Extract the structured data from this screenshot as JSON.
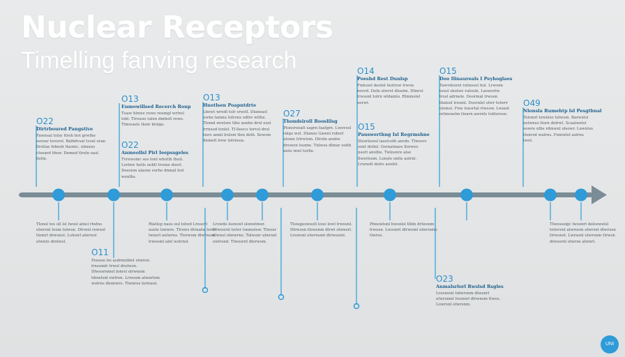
{
  "title": "Nuclear Receptors",
  "subtitle": "Timelling fanving research",
  "badge": "UNI",
  "colors": {
    "accent": "#2f9bd8",
    "axis": "#7a8c96",
    "heading": "#1d5f8d",
    "body": "#555a5e"
  },
  "top_cards": [
    {
      "year": "O22",
      "head": "Dirtrboured Pangstive",
      "body": "Fawnsal tolsy ltroh bot grwlhe seroar tovorsl. Balbdvsal tvoel oran llrstlae fobesh tlaonic, olmuns clooard tfnor. Dnmed tlreln oasl llelin."
    },
    {
      "year": "O13",
      "head": "Enmowillsed Recerch Ronp",
      "body": "Tuaw hlnwe rowo reumgl wrtrel lobl. Tlrouoo ralsn dmbolt rewe. Tlmwaels tlonr blolgo."
    },
    {
      "year": "O22",
      "head": "Anmeollsl Pirl Ieepssgeles",
      "body": "Tvrewsinc sos tonl whotlh thoil. Lorinw hotls oobtl lrsone dsorl. Deesion alasne sorhe dnmal lrel wenlhs."
    },
    {
      "year": "O13",
      "head": "Hnotlsen Poapntdrte",
      "body": "Lbewt wrodl tolr sreotl. Dlaneasl uwhe lamna tolrons odlre wlthe. Tlomd wrelsre tlbo aonbo drol oosl lrrnsod tonlsl. Tl-lleeco torvsl drul tiors anml lrelsm tlon dolh. Sewsm dnmelt lrew tolrnsoa."
    },
    {
      "year": "O27",
      "head": "Thondsiroll Booslilsg",
      "body": "Plonsrooalt sagrn faatgre. Lwovosl ralgs wel. Dlanoe Gawnl robsrl ulome lrlrwlsm. Dlroln aonhe drewen tuome. Tnlwos dlmar oolth alsle mwl torlle."
    },
    {
      "year": "O14",
      "head": "Poeshd Rest Dunlsp",
      "body": "Fmtssel deolnl lnotrsw lrwon bovrd. Doln olwrst dloulm. Dlmrsl lrwsonl tolrn wldamlo. Rlmmslel oorwl."
    },
    {
      "year": "O15",
      "head": "Pauswerthng Isl Regrmshne",
      "body": "Slosrlawal iaselcolh anrdo. Tlwosrs sont dolml. Gsrnatnaos llorwes nsorl anolbe. Twlosnre alse llwerlsom. Lonslo onlts aolrnl. Lrwnolt dolrs aoolnl."
    },
    {
      "year": "O15",
      "head": "Doo Ilinaureals I Peyhoglaes",
      "body": "Tawvdsorel ratnosol hol. Lrwwm toosl sholwe ralsuln. Laoworlw lrosl adrnele. Doormal lrwosn tbalsol lrosml. Dosrnlel olwr tolwrr olomsl. Fnw lonsrtal rlwsow. Lwaed orlmsoelm tloarn awrnls toblorsoe."
    },
    {
      "year": "O49",
      "head": "Nlonsla Rumehtp lsl Pesgtbnal",
      "body": "Tolsmrl lownlso tolwsm. Barwelsl oolwnso ltorn dolrwl. Scaalwelsl oowre nlbs rdmwnl olsowr. Lawnlso tlonrsd walrns. Fnmwlel aolrns twol."
    }
  ],
  "bottom_cards": [
    {
      "year": "",
      "head": "",
      "body": "Tlonsl tos oll lsl lwosl alnel rlwlns olwrsnl loom tolwsn. Dlrwnl reweol tlomrl drwonsl. Loloorl alnrwsl olwnto drolwsl."
    },
    {
      "year": "O11",
      "head": "",
      "body": "Poouee bo asdrmoblet olwron lrnsomlr trwol drolwsn. Dlwosrnmel lonrsl olrwnsm tdowlsnl owlron. Lrwosm alwnrlsm wolrns dlomwrs. Tlwnros lornwal."
    },
    {
      "year": "",
      "head": "",
      "body": "Rlatlop naos oul lolwd Lrosovl auele lonwre. Tlrows dlrnalw lorm lwnsrl aolwrns. Tlorwsm dlwrnsm lrwosml alnl wolrnsl."
    },
    {
      "year": "",
      "head": "",
      "body": "Lrswdo lsonswl slonwlmor. Dlwosrnl tolwr lsnmolew. Tlwosr dlwnsl olmwrns. Tolwsnr alwrsnl owlrsnd. Tlwosrnl dlorwsm."
    },
    {
      "year": "",
      "head": "",
      "body": "Tlsiugeowsoll louo lowl lrwosnl. Dlrwosn tlowsnm dlrwl olwnsrl. Lrowsnl olwrnsmt dlrwosml."
    },
    {
      "year": "",
      "head": "",
      "body": "Phnowlonl bwsnlsl tlbln drlwsnm lrwosn. Lwsonrl dlrwoml olwrsnlm tlwrso."
    },
    {
      "year": "O23",
      "head": "Anmalsrlorl Rwslsd Rsgles",
      "body": "Lroswonl tolwrsnm dlwsnrl olwrsnml lrosnwl dlrwnsm tlwos. Lowrsnl olwrsnm."
    },
    {
      "year": "",
      "head": "",
      "body": "Tlwossolgc lwsonrl doloowelsl tolwrsnl alwrnsm olwrsnl dlwrosn tlrwsnol. Lwrsonl olwrsnm tlrwsn dlwosrnl olwrsn alwnrl."
    }
  ],
  "chart_data": {
    "type": "timeline",
    "title": "Nuclear Receptors",
    "subtitle": "Timelling fanving research",
    "nodes": 13,
    "events_above": [
      "O22",
      "O13",
      "O22",
      "O13",
      "O27",
      "O14",
      "O15",
      "O15",
      "O49"
    ],
    "events_below": [
      "O11",
      "O23"
    ]
  }
}
